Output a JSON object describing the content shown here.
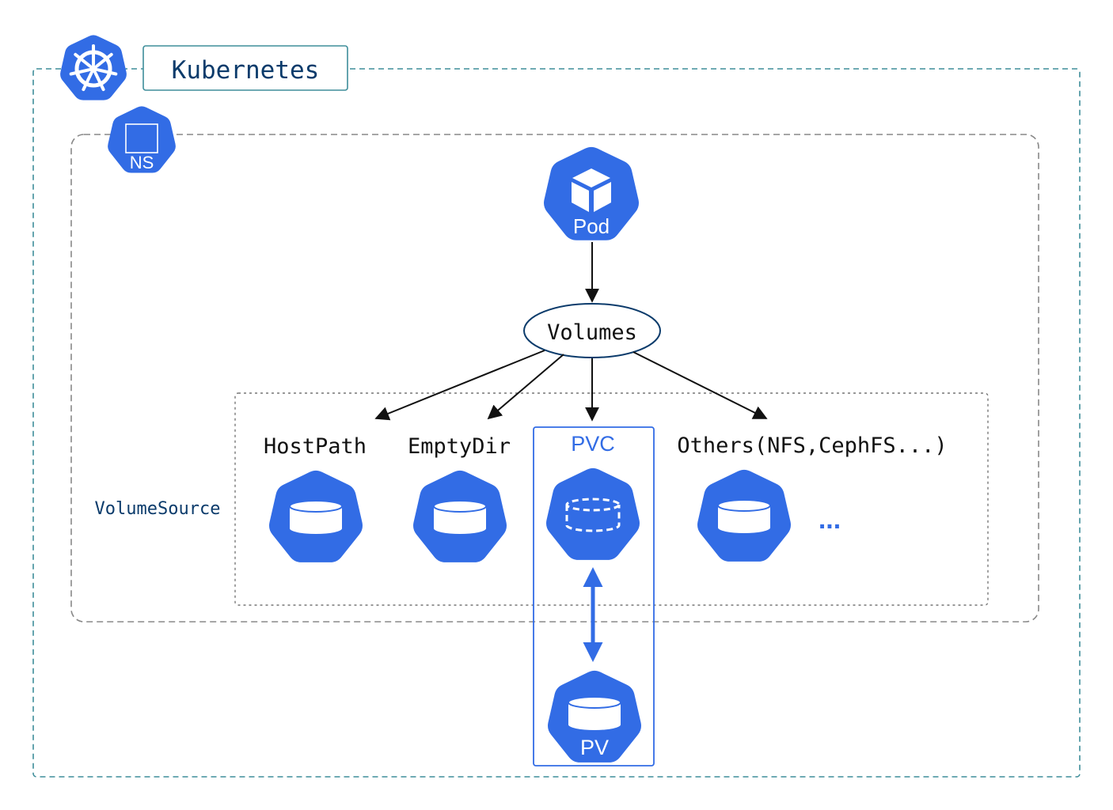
{
  "cluster": {
    "label": "Kubernetes"
  },
  "namespace": {
    "icon_label": "NS"
  },
  "pod": {
    "label": "Pod"
  },
  "volumes": {
    "label": "Volumes"
  },
  "volume_source": {
    "label": "VolumeSource"
  },
  "sources": [
    {
      "label": "HostPath"
    },
    {
      "label": "EmptyDir"
    },
    {
      "label": "PVC"
    },
    {
      "label": "Others(NFS,CephFS...)"
    }
  ],
  "ellipsis": "...",
  "pv": {
    "label": "PV"
  },
  "colors": {
    "k8s_blue": "#326CE5",
    "dark_navy": "#0B3B6B",
    "cluster_border": "#3E8E9A",
    "namespace_border": "#888888",
    "source_border": "#777777",
    "arrow": "#111111"
  }
}
